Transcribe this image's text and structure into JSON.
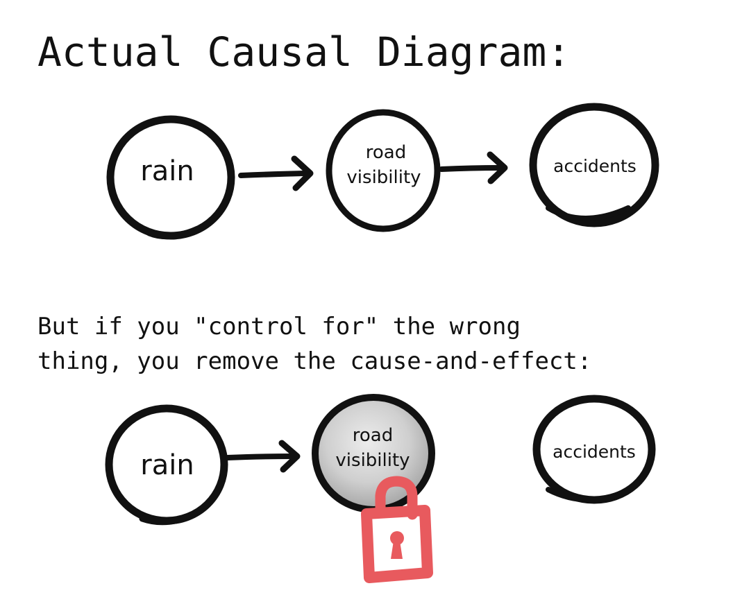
{
  "title": "Actual Causal Diagram:",
  "subtitle": {
    "line1": "But if you \"control for\" the wrong",
    "line2": "thing, you remove the cause-and-effect:"
  },
  "diagram_top": {
    "nodes": {
      "rain": "rain",
      "road_line1": "road",
      "road_line2": "visibility",
      "accidents": "accidents"
    },
    "edges": [
      {
        "from": "rain",
        "to": "road visibility"
      },
      {
        "from": "road visibility",
        "to": "accidents"
      }
    ]
  },
  "diagram_bottom": {
    "nodes": {
      "rain": "rain",
      "road_line1": "road",
      "road_line2": "visibility",
      "accidents": "accidents"
    },
    "edges": [
      {
        "from": "rain",
        "to": "road visibility"
      }
    ],
    "controlled_node": "road visibility",
    "lock_icon": "padlock-icon"
  },
  "colors": {
    "ink": "#111111",
    "lock": "#e85a5e",
    "controlled_fill": "#c9c9c9"
  }
}
